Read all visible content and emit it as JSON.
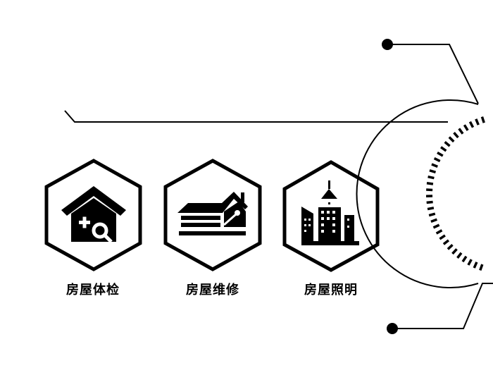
{
  "items": [
    {
      "label": "房屋体检",
      "icon": "house-inspection-icon"
    },
    {
      "label": "房屋维修",
      "icon": "house-repair-icon"
    },
    {
      "label": "房屋照明",
      "icon": "building-lighting-icon"
    }
  ],
  "colors": {
    "ink": "#000000",
    "background": "#ffffff"
  }
}
